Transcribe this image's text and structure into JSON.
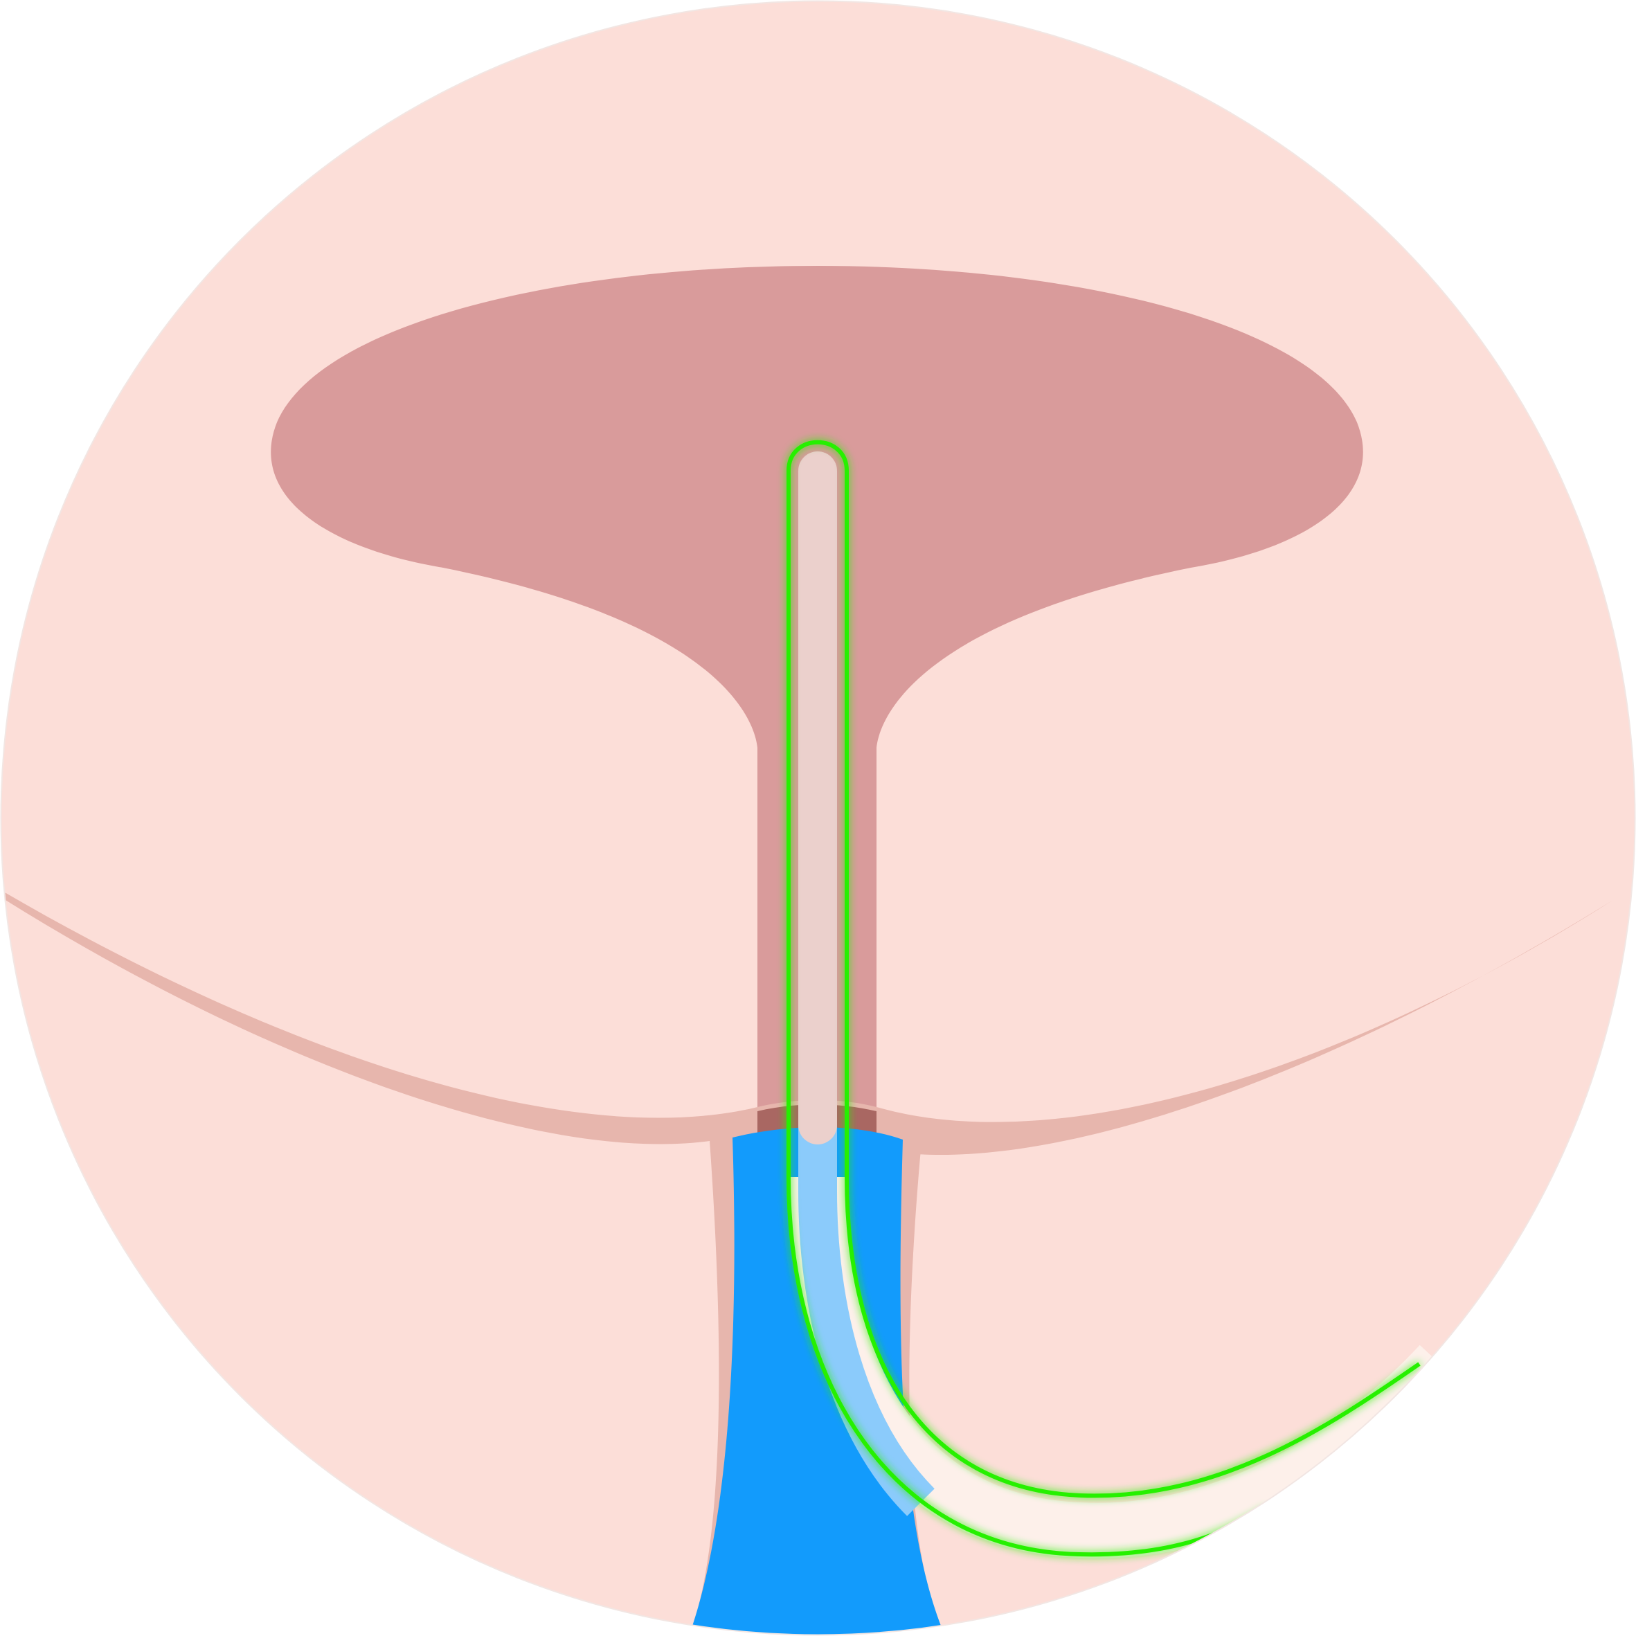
{
  "diagram": {
    "labels": [],
    "colors": {
      "page_background": "#ffffff",
      "tissue_background": "#fcded8",
      "bladder": "#d99b9b",
      "bladder_neck_inner": "#a96762",
      "pelvic_floor_band": "#e7b6ad",
      "urethra_blue": "#129bfc",
      "catheter_light_blue": "#8bcbfb",
      "catheter_body_pale": "#ebd0cc",
      "catheter_tail_cream": "#fdf0ea",
      "highlight_green": "#28f000"
    },
    "structures": [
      "bladder",
      "bladder-neck",
      "pelvic-floor-band",
      "urethra-wall",
      "urethra-lumen",
      "catheter"
    ]
  }
}
